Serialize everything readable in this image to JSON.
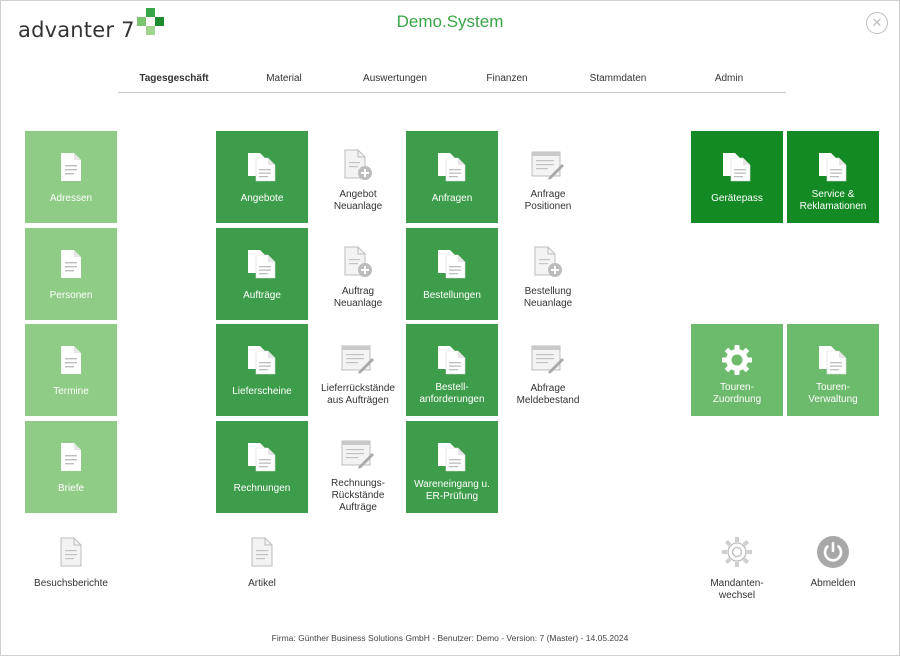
{
  "header": {
    "logo_text": "advanter 7",
    "title": "Demo.System",
    "close_glyph": "✕"
  },
  "colors": {
    "accent": "#3aa548",
    "tile_light": "#8fcc85",
    "tile_mid": "#3d9d4a",
    "tile_dark": "#138a23",
    "tile_medium": "#6cba6c"
  },
  "nav": {
    "tabs": [
      {
        "label": "Tagesgeschäft",
        "active": true
      },
      {
        "label": "Material"
      },
      {
        "label": "Auswertungen"
      },
      {
        "label": "Finanzen"
      },
      {
        "label": "Stammdaten"
      },
      {
        "label": "Admin"
      }
    ]
  },
  "tiles": {
    "adressen": {
      "label": "Adressen",
      "icon": "document-icon"
    },
    "personen": {
      "label": "Personen",
      "icon": "document-icon"
    },
    "termine": {
      "label": "Termine",
      "icon": "document-icon"
    },
    "briefe": {
      "label": "Briefe",
      "icon": "document-icon"
    },
    "angebote": {
      "label": "Angebote",
      "icon": "documents-icon"
    },
    "auftraege": {
      "label": "Aufträge",
      "icon": "documents-icon"
    },
    "lieferscheine": {
      "label": "Lieferscheine",
      "icon": "documents-icon"
    },
    "rechnungen": {
      "label": "Rechnungen",
      "icon": "documents-icon"
    },
    "anfragen": {
      "label": "Anfragen",
      "icon": "documents-icon"
    },
    "bestellungen": {
      "label": "Bestellungen",
      "icon": "documents-icon"
    },
    "bestellanforderungen": {
      "label": "Bestell-\nanforderungen",
      "icon": "documents-icon"
    },
    "wareneingang": {
      "label": "Wareneingang u.\nER-Prüfung",
      "icon": "documents-icon"
    },
    "geraetepass": {
      "label": "Gerätepass",
      "icon": "documents-icon"
    },
    "service": {
      "label": "Service &\nReklamationen",
      "icon": "documents-icon"
    },
    "tourenzuordnung": {
      "label": "Touren-\nZuordnung",
      "icon": "gear-icon"
    },
    "tourenverwaltung": {
      "label": "Touren-\nVerwaltung",
      "icon": "documents-icon"
    }
  },
  "actions": {
    "angebot_neu": {
      "label": "Angebot\nNeuanlage",
      "icon": "document-add-icon"
    },
    "auftrag_neu": {
      "label": "Auftrag\nNeuanlage",
      "icon": "document-add-icon"
    },
    "lieferrueckstaende": {
      "label": "Lieferrückstände\naus Aufträgen",
      "icon": "form-edit-icon"
    },
    "rechnungsrueckstaende": {
      "label": "Rechnungs-\nRückstände\nAufträge",
      "icon": "form-edit-icon"
    },
    "anfrage_positionen": {
      "label": "Anfrage\nPositionen",
      "icon": "form-edit-icon"
    },
    "bestellung_neu": {
      "label": "Bestellung\nNeuanlage",
      "icon": "document-add-icon"
    },
    "abfrage_meldebestand": {
      "label": "Abfrage\nMeldebestand",
      "icon": "form-edit-icon"
    },
    "besuchsberichte": {
      "label": "Besuchsberichte",
      "icon": "document-icon"
    },
    "artikel": {
      "label": "Artikel",
      "icon": "document-icon"
    },
    "mandantenwechsel": {
      "label": "Mandanten-\nwechsel",
      "icon": "gear-icon"
    },
    "abmelden": {
      "label": "Abmelden",
      "icon": "power-icon"
    }
  },
  "footer": {
    "text": "Firma: Günther Business Solutions GmbH - Benutzer: Demo - Version: 7 (Master) - 14.05.2024"
  }
}
